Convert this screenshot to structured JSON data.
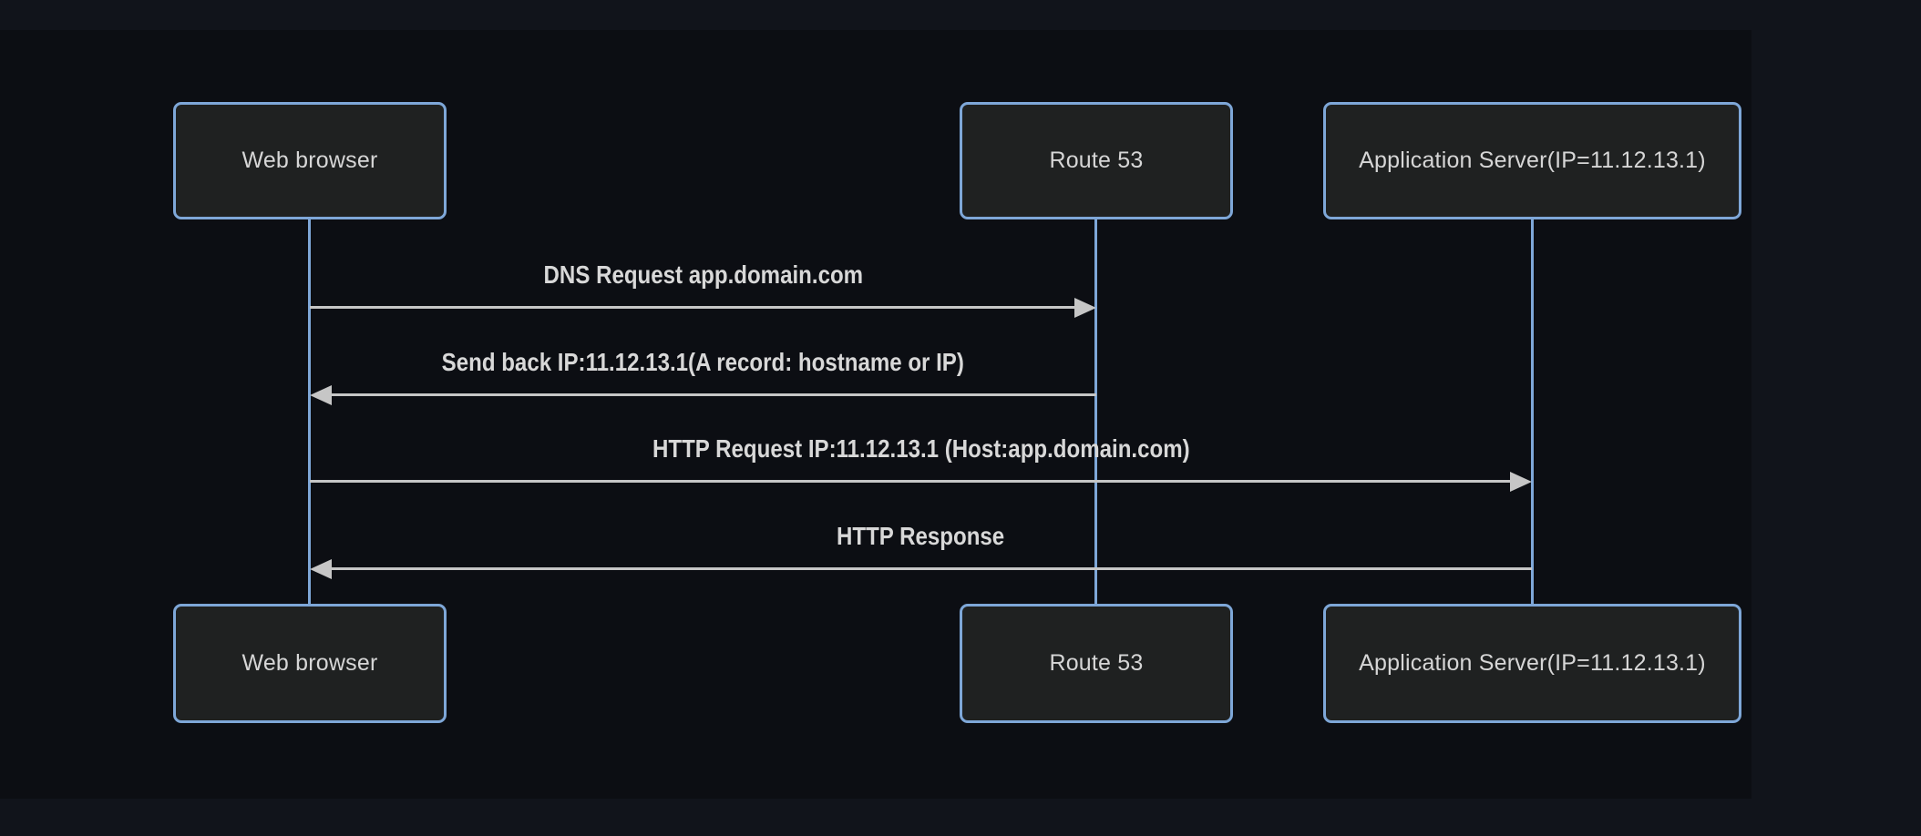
{
  "diagram": {
    "kind": "sequence-diagram",
    "theme": "dark",
    "colors": {
      "page_background": "#11141b",
      "canvas_background": "#0c0e13",
      "actor_fill": "#1f2121",
      "actor_border": "#7ea7d8",
      "lifeline": "#7ea7d8",
      "message_line": "#c6c6c6",
      "text": "#d6d6d6"
    },
    "actors": [
      {
        "id": "browser",
        "label": "Web browser"
      },
      {
        "id": "route53",
        "label": "Route 53"
      },
      {
        "id": "appserver",
        "label": "Application Server(IP=11.12.13.1)"
      }
    ],
    "messages": [
      {
        "from": "browser",
        "to": "route53",
        "direction": "right",
        "label": "DNS Request app.domain.com"
      },
      {
        "from": "route53",
        "to": "browser",
        "direction": "left",
        "label": "Send back IP:11.12.13.1(A record: hostname or IP)"
      },
      {
        "from": "browser",
        "to": "appserver",
        "direction": "right",
        "label": "HTTP Request IP:11.12.13.1 (Host:app.domain.com)"
      },
      {
        "from": "appserver",
        "to": "browser",
        "direction": "left",
        "label": "HTTP Response"
      }
    ]
  }
}
